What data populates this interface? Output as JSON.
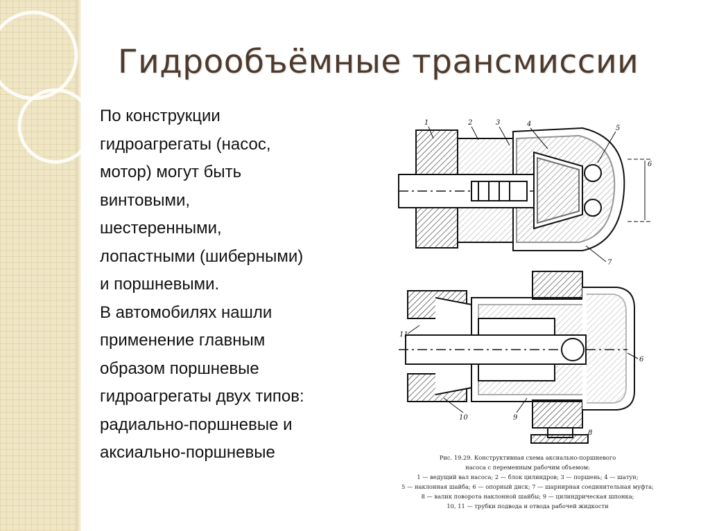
{
  "slide": {
    "title": "Гидрообъёмные трансмиссии",
    "body_lines": [
      "По конструкции",
      "гидроагрегаты (насос,",
      "мотор) могут быть",
      "винтовыми,",
      "шестеренными,",
      "лопастными (шиберными)",
      "и поршневыми.",
      "В автомобилях нашли",
      "применение главным",
      "образом поршневые",
      "гидроагрегаты двух типов:",
      "радиально-поршневые и",
      "аксиально-поршневые"
    ]
  },
  "figure": {
    "callouts_top": [
      "1",
      "2",
      "3",
      "4",
      "5",
      "6",
      "7"
    ],
    "callouts_bottom": [
      "11",
      "10",
      "9",
      "8",
      "6"
    ],
    "caption_lines": [
      "Рис. 19.29. Конструктивная схема аксиально-поршневого",
      "насоса с переменным рабочим объемом:",
      "1 — ведущий вал насоса; 2 — блок цилиндров; 3 — поршень; 4 — шатун;",
      "5 — наклонная шайба; 6 — опорный диск; 7 — шарнирная соединительная муфта;",
      "8 — валик поворота наклонной шайбы; 9 — цилиндрическая шпонка;",
      "10, 11 — трубки подвода и отвода рабочей жидкости"
    ]
  }
}
